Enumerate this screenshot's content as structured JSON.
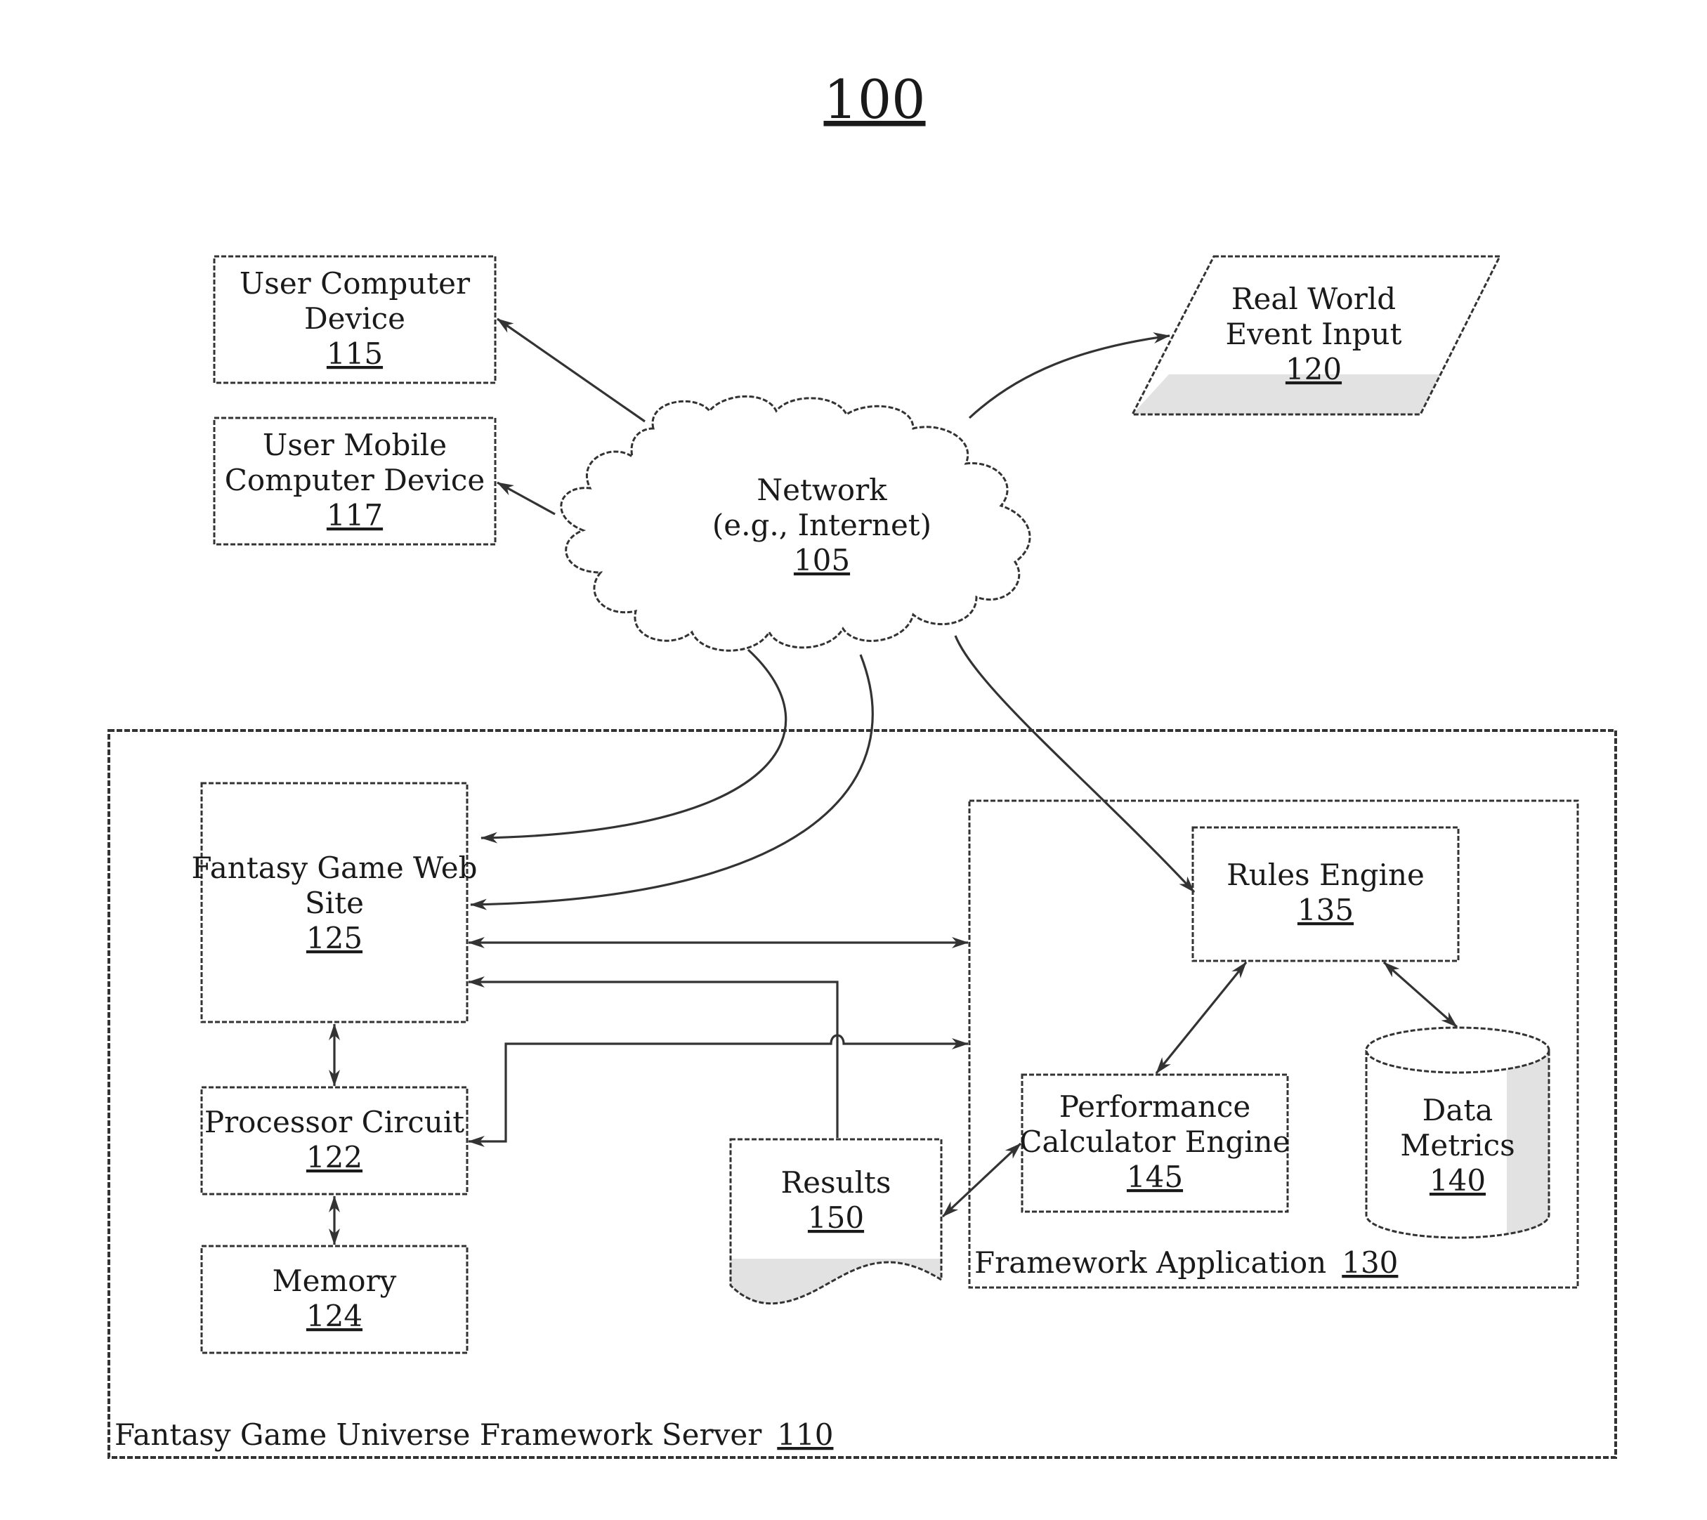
{
  "figure_number": "100",
  "network": {
    "line1": "Network",
    "line2": "(e.g., Internet)",
    "ref": "105"
  },
  "user_computer": {
    "line1": "User Computer",
    "line2": "Device",
    "ref": "115"
  },
  "user_mobile": {
    "line1": "User Mobile",
    "line2": "Computer Device",
    "ref": "117"
  },
  "real_world": {
    "line1": "Real World",
    "line2": "Event Input",
    "ref": "120"
  },
  "server": {
    "label": "Fantasy Game Universe Framework Server",
    "ref": "110"
  },
  "website": {
    "line1": "Fantasy Game Web",
    "line2": "Site",
    "ref": "125"
  },
  "processor": {
    "line1": "Processor Circuit",
    "ref": "122"
  },
  "memory": {
    "line1": "Memory",
    "ref": "124"
  },
  "framework": {
    "label": "Framework Application",
    "ref": "130"
  },
  "rules": {
    "line1": "Rules Engine",
    "ref": "135"
  },
  "perf": {
    "line1": "Performance",
    "line2": "Calculator Engine",
    "ref": "145"
  },
  "metrics": {
    "line1": "Data",
    "line2": "Metrics",
    "ref": "140"
  },
  "results": {
    "line1": "Results",
    "ref": "150"
  }
}
